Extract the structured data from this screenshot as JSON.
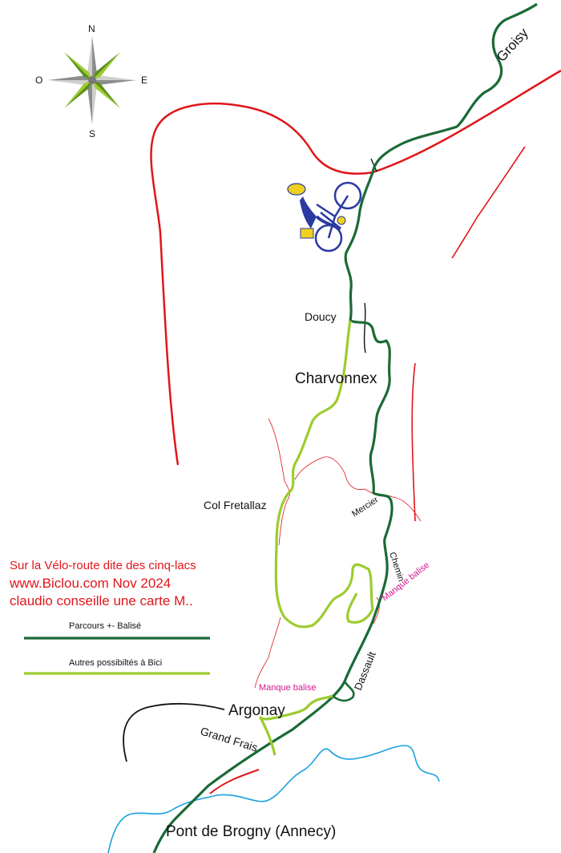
{
  "compass": {
    "n": "N",
    "s": "S",
    "e": "E",
    "o": "O"
  },
  "places": {
    "groisy": "Groisy",
    "doucy": "Doucy",
    "charvonnex": "Charvonnex",
    "col_fretallaz": "Col Fretallaz",
    "mercier": "Mercier",
    "chemin": "Chemin",
    "dassault": "Dassault",
    "argonay": "Argonay",
    "grand_frais": "Grand Frais",
    "pont_de_brogny": "Pont de Brogny (Annecy)"
  },
  "notes": {
    "manque_balise_1": "Manque balise",
    "manque_balise_2": "Manque balise"
  },
  "info": {
    "line1": "Sur la Vélo-route dite des cinq-lacs",
    "line2": "www.Biclou.com Nov 2024",
    "line3": "claudio conseille une carte M.."
  },
  "legend": {
    "signed": "Parcours +- Balisé",
    "other": "Autres possibiltés à Bici"
  },
  "colors": {
    "route_green": "#1a6b35",
    "alt_green": "#9ccc2f",
    "road_red": "#e0161b",
    "river_blue": "#1aa0e0",
    "note_pink": "#d6158f"
  }
}
